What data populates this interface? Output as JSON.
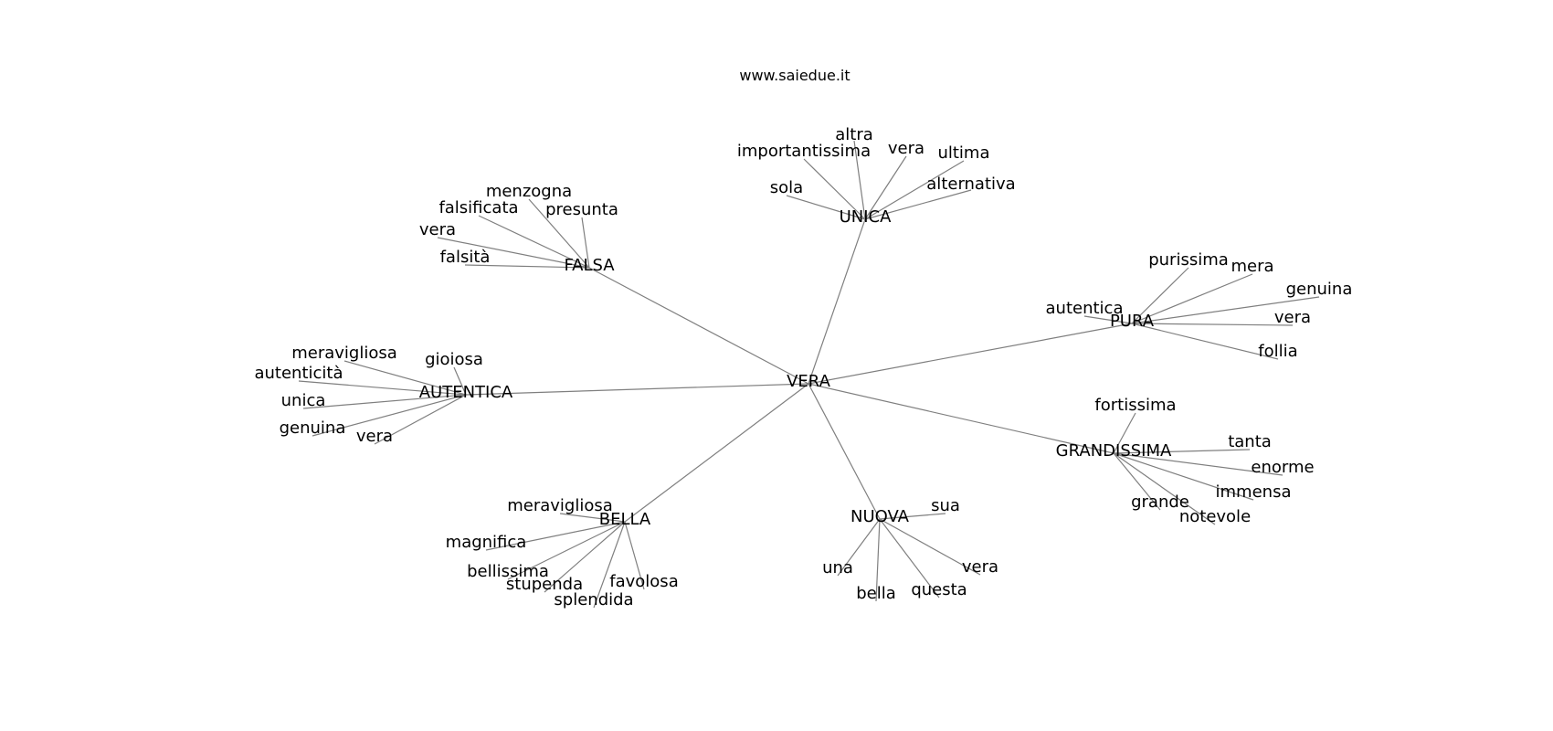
{
  "header": {
    "site": "www.saiedue.it"
  },
  "graph": {
    "center": "VERA",
    "groups": [
      {
        "hub": "UNICA",
        "leaves": [
          "altra",
          "importantissima",
          "vera",
          "ultima",
          "sola",
          "alternativa"
        ]
      },
      {
        "hub": "FALSA",
        "leaves": [
          "menzogna",
          "falsificata",
          "presunta",
          "vera",
          "falsità"
        ]
      },
      {
        "hub": "PURA",
        "leaves": [
          "purissima",
          "mera",
          "genuina",
          "autentica",
          "vera",
          "follia"
        ]
      },
      {
        "hub": "AUTENTICA",
        "leaves": [
          "meravigliosa",
          "gioiosa",
          "autenticità",
          "unica",
          "genuina",
          "vera"
        ]
      },
      {
        "hub": "GRANDISSIMA",
        "leaves": [
          "fortissima",
          "tanta",
          "enorme",
          "immensa",
          "grande",
          "notevole"
        ]
      },
      {
        "hub": "BELLA",
        "leaves": [
          "meravigliosa",
          "magnifica",
          "bellissima",
          "stupenda",
          "favolosa",
          "splendida"
        ]
      },
      {
        "hub": "NUOVA",
        "leaves": [
          "sua",
          "una",
          "vera",
          "bella",
          "questa"
        ]
      }
    ]
  },
  "colors": {
    "edge": "#7f7f7f",
    "text": "#000000",
    "background": "#ffffff"
  }
}
